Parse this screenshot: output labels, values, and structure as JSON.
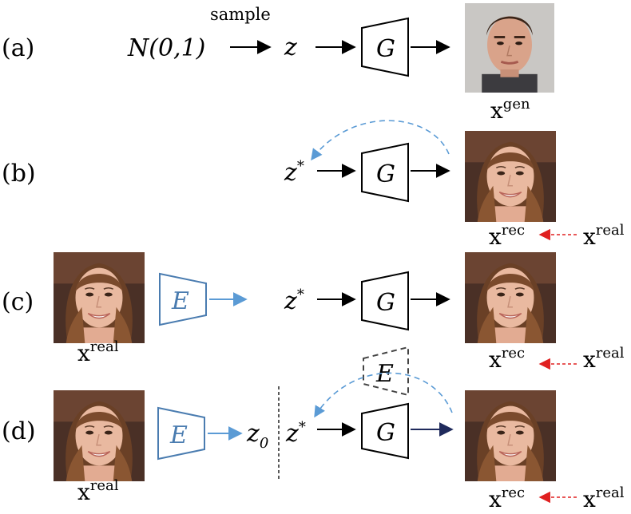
{
  "rows": [
    {
      "id": "a",
      "label": "(a)"
    },
    {
      "id": "b",
      "label": "(b)"
    },
    {
      "id": "c",
      "label": "(c)"
    },
    {
      "id": "d",
      "label": "(d)"
    }
  ],
  "row_a": {
    "noise": "N(0,1)",
    "sample": "sample",
    "z": "z",
    "generator": "G",
    "output_base": "x",
    "output_sup": "gen"
  },
  "row_b": {
    "z": "z",
    "z_sup": "*",
    "generator": "G",
    "rec_base": "x",
    "rec_sup": "rec",
    "real_base": "x",
    "real_sup": "real"
  },
  "row_c": {
    "input_base": "x",
    "input_sup": "real",
    "encoder": "E",
    "z": "z",
    "z_sup": "*",
    "generator": "G",
    "rec_base": "x",
    "rec_sup": "rec",
    "real_base": "x",
    "real_sup": "real"
  },
  "row_d": {
    "input_base": "x",
    "input_sup": "real",
    "encoder": "E",
    "z0": "z",
    "z0_sub": "0",
    "z": "z",
    "z_sup": "*",
    "generator": "G",
    "dashed_encoder": "E",
    "rec_base": "x",
    "rec_sup": "rec",
    "real_base": "x",
    "real_sup": "real"
  },
  "colors": {
    "blue": "#4a7cb0",
    "dashed_blue": "#5b9bd5",
    "red": "#e02020",
    "navy": "#1f2a5c",
    "encoder_dashed": "#444444"
  },
  "icons": {
    "male_face": "photo-male-face",
    "female_face": "photo-female-face"
  }
}
